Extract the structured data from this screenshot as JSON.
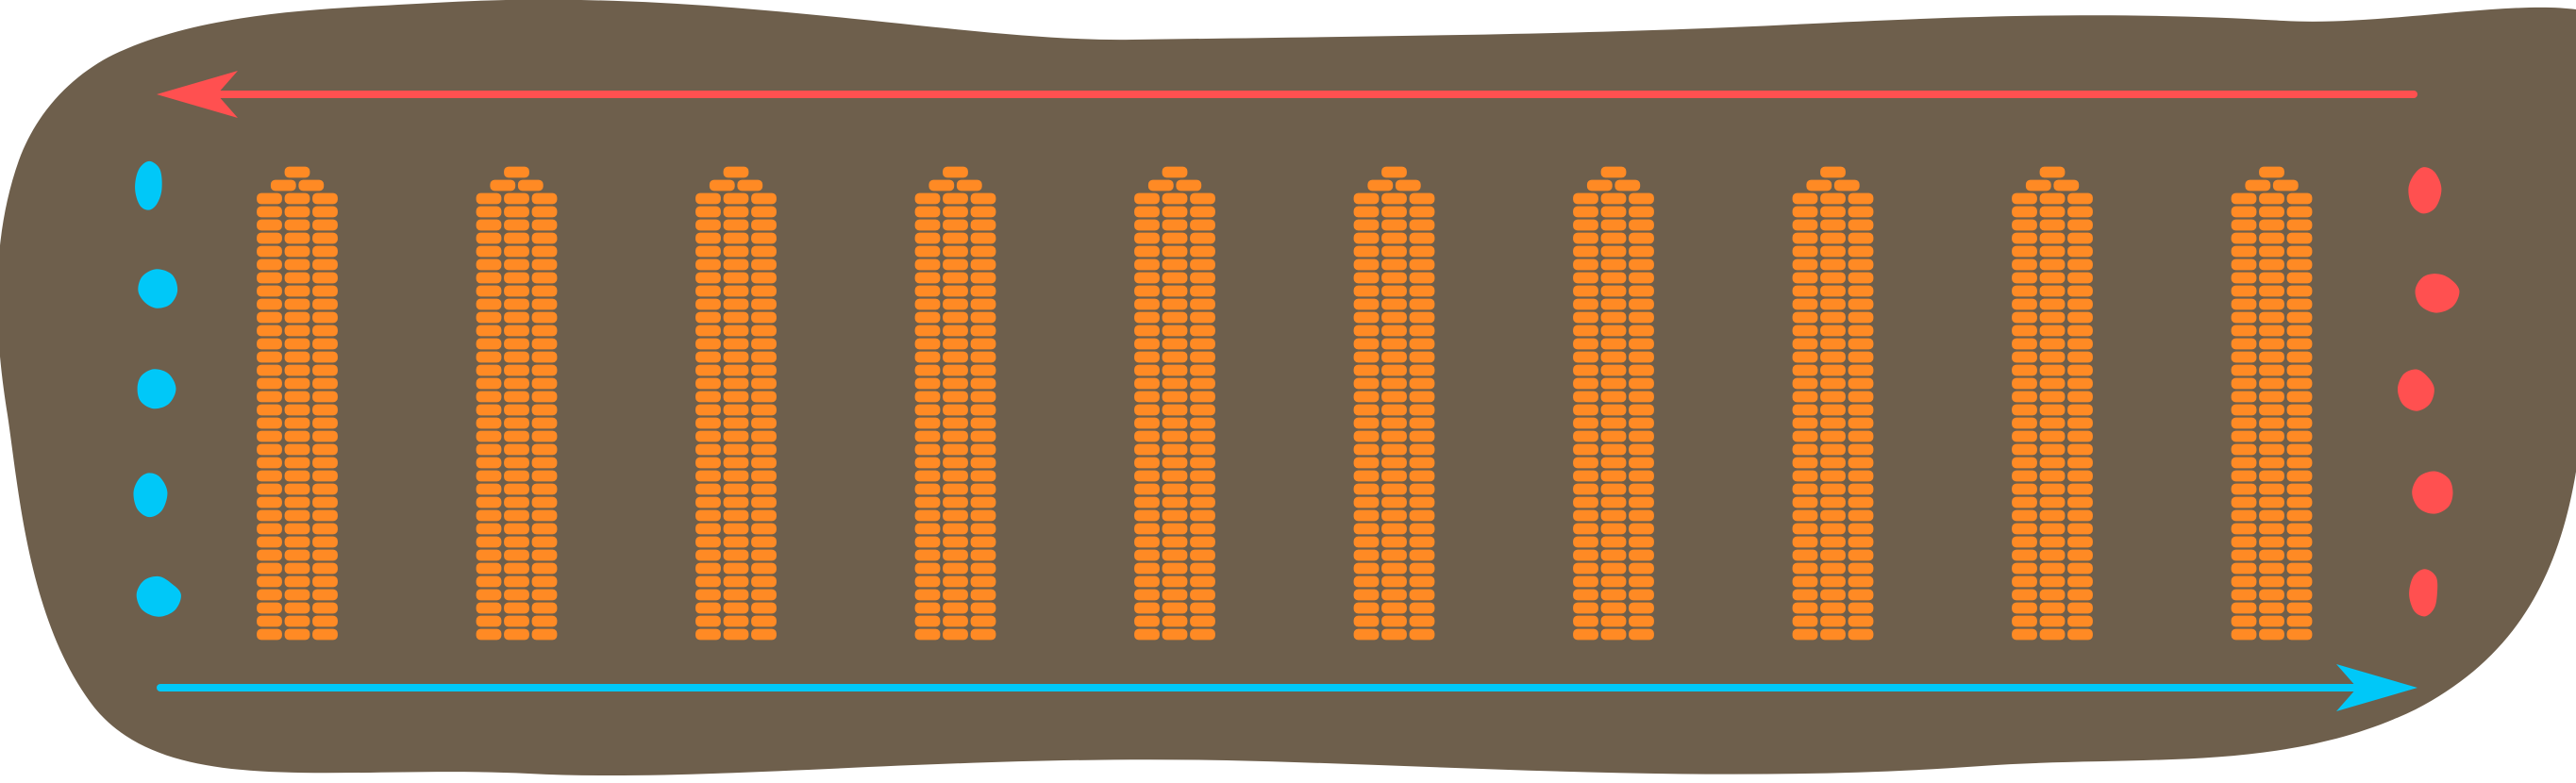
{
  "colors": {
    "background": "#6e5f4c",
    "column_cell": "#ff8a24",
    "cell_outline": "#6e5f4c",
    "left_group": "#00c8f8",
    "right_group": "#ff5050",
    "top_arrow": "#ff5050",
    "bottom_arrow": "#00c8f8"
  },
  "diagram": {
    "columns": {
      "count": 10,
      "cells_per_row": 3,
      "body_rows": 34,
      "cap_rows": [
        1,
        2
      ]
    },
    "left_group": {
      "count": 5,
      "direction": "right"
    },
    "right_group": {
      "count": 5,
      "direction": "left"
    },
    "top_arrow": {
      "direction": "left"
    },
    "bottom_arrow": {
      "direction": "right"
    }
  }
}
